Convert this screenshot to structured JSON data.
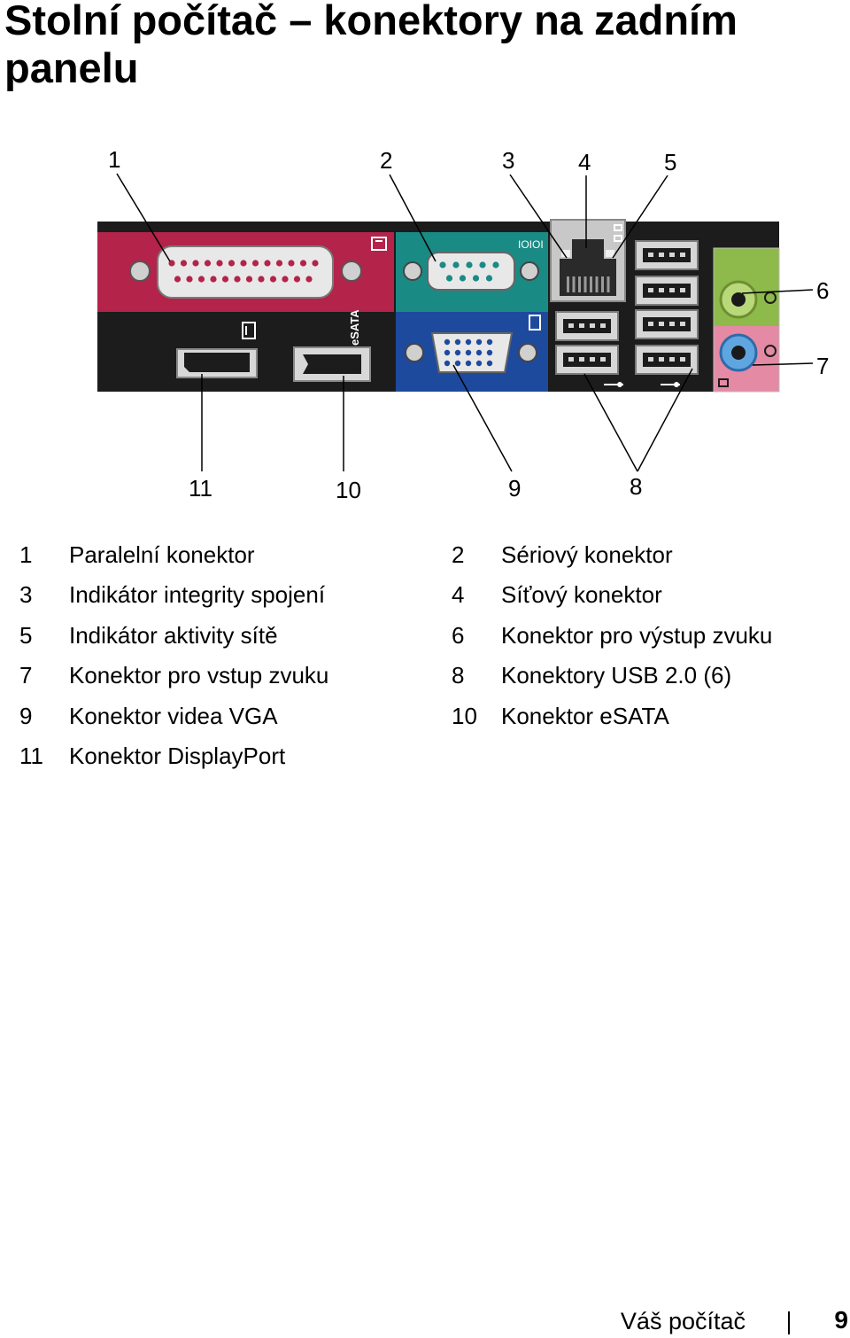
{
  "title": "Stolní počítač – konektory na zadním panelu",
  "figure": {
    "callouts": {
      "c1": "1",
      "c2": "2",
      "c3": "3",
      "c4": "4",
      "c5": "5",
      "c6": "6",
      "c7": "7",
      "c8": "8",
      "c9": "9",
      "c10": "10",
      "c11": "11"
    },
    "panel_marks": {
      "serial": "IOIOI",
      "esata": "eSATA"
    },
    "colors": {
      "parallel": "#b3234a",
      "serial": "#1a8a84",
      "vga": "#1e4a9e",
      "chassis": "#1c1c1c",
      "audio_out": "#8dba4a",
      "audio_in": "#e58aa4",
      "network": "#c8c8c8"
    }
  },
  "legend": [
    {
      "num": "1",
      "label": "Paralelní konektor"
    },
    {
      "num": "2",
      "label": "Sériový konektor"
    },
    {
      "num": "3",
      "label": "Indikátor integrity spojení"
    },
    {
      "num": "4",
      "label": "Síťový konektor"
    },
    {
      "num": "5",
      "label": "Indikátor aktivity sítě"
    },
    {
      "num": "6",
      "label": "Konektor pro výstup zvuku"
    },
    {
      "num": "7",
      "label": "Konektor pro vstup zvuku"
    },
    {
      "num": "8",
      "label": "Konektory USB 2.0 (6)"
    },
    {
      "num": "9",
      "label": "Konektor videa VGA"
    },
    {
      "num": "10",
      "label": "Konektor eSATA"
    },
    {
      "num": "11",
      "label": "Konektor DisplayPort"
    }
  ],
  "footer": {
    "section": "Váš počítač",
    "page": "9"
  }
}
